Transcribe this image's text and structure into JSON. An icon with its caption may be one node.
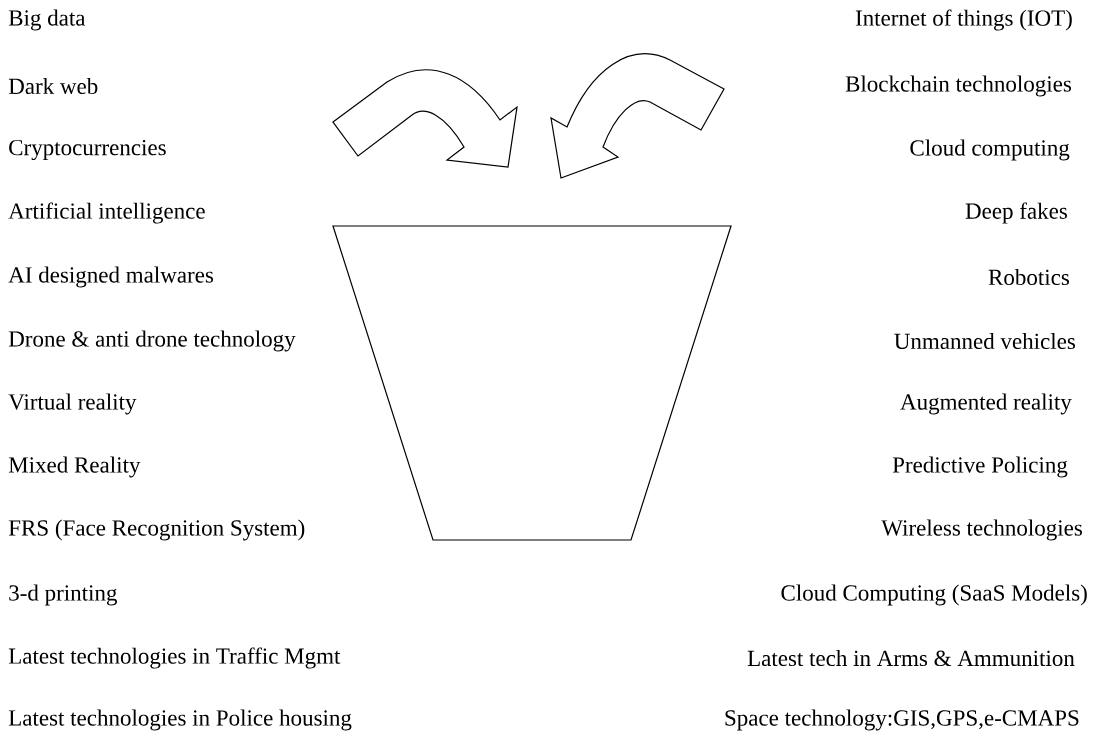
{
  "diagram": {
    "nodes": [
      {
        "text": [],
        "shape": "trapezoid"
      }
    ],
    "labels": [
      "Big data",
      "Internet of things (IOT)",
      "Dark web",
      "Blockchain technologies",
      "Cryptocurrencies",
      "Cloud computing",
      "Artificial intelligence",
      "Deep fakes",
      "AI designed malwares",
      "Robotics",
      "Drone & anti drone technology",
      "Unmanned vehicles",
      "Virtual reality",
      "Augmented reality",
      "Mixed Reality",
      "Predictive Policing",
      "FRS (Face Recognition System)",
      "Wireless technologies",
      "3-d printing",
      "Cloud Computing (SaaS Models)",
      "Latest technologies in Traffic Mgmt",
      "Latest tech in Arms & Ammunition",
      "Latest technologies in Police housing",
      "Space technology:GIS,GPS,e-CMAPS"
    ]
  }
}
